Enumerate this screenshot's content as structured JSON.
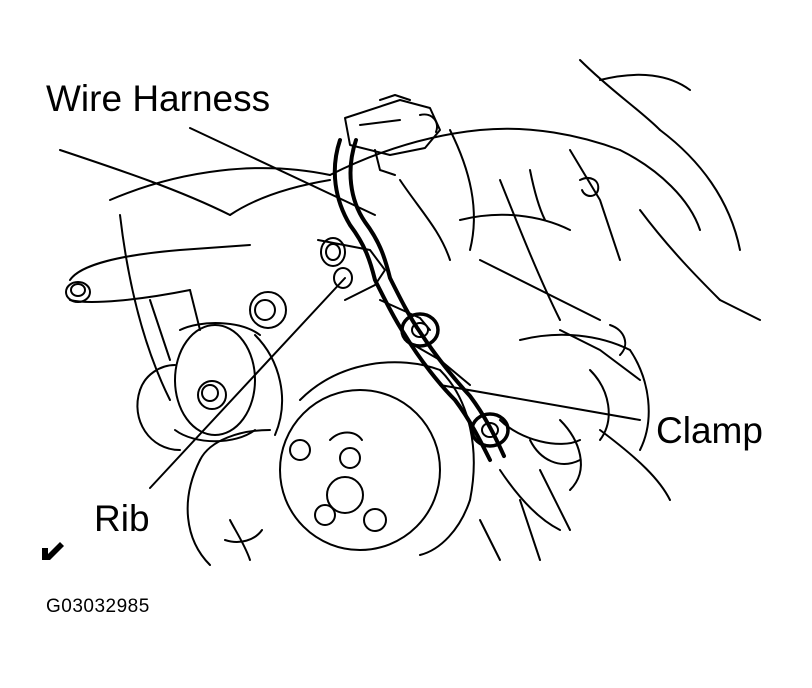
{
  "labels": {
    "wire_harness": "Wire Harness",
    "clamp": "Clamp",
    "rib": "Rib"
  },
  "figure_code": "G03032985",
  "icons": {
    "corner": "edit-pencil-icon"
  },
  "colors": {
    "ink": "#000000",
    "paper": "#ffffff"
  }
}
